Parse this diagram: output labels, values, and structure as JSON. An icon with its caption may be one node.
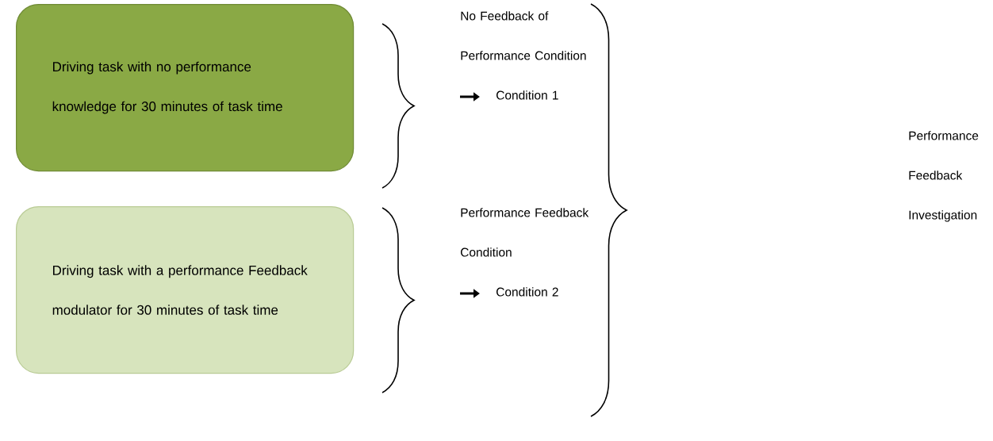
{
  "diagram": {
    "nodes": [
      {
        "text": [
          "Driving task with no performance knowledge for 30 minutes of task time"
        ]
      },
      {
        "text": [
          "Driving task with a performance Feedback modulator for 30 minutes of task time"
        ]
      }
    ],
    "labels": [
      "No Feedback of Performance Condition",
      "Condition 1",
      "Performance Feedback Condition",
      "Condition 2",
      "Performance Feedback Investigation"
    ]
  }
}
